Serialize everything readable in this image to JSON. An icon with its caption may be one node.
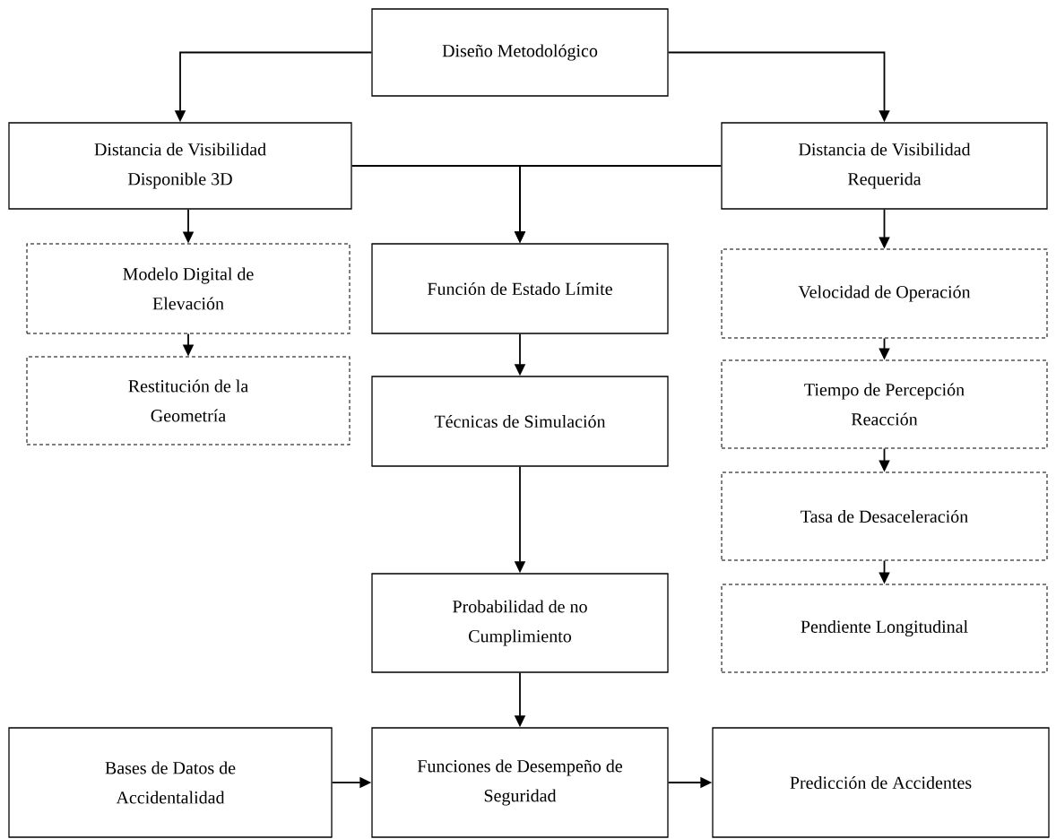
{
  "diagram": {
    "nodes": [
      {
        "text": [
          "Diseño Metodológico"
        ]
      },
      {
        "text": [
          "Distancia de Visibilidad Disponible 3D"
        ]
      },
      {
        "text": [
          "Distancia de Visibilidad Requerida"
        ]
      },
      {
        "text": [
          "Modelo Digital de Elevación"
        ]
      },
      {
        "text": [
          "Función de Estado Límite"
        ]
      },
      {
        "text": [
          "Velocidad de Operación"
        ]
      },
      {
        "text": [
          "Restitución de la Geometría"
        ]
      },
      {
        "text": [
          "Tiempo de Percepción Reacción"
        ]
      },
      {
        "text": [
          "Técnicas de Simulación"
        ]
      },
      {
        "text": [
          "Tasa de Desaceleración"
        ]
      },
      {
        "text": [
          "Probabilidad de no Cumplimiento"
        ]
      },
      {
        "text": [
          "Pendiente Longitudinal"
        ]
      },
      {
        "text": [
          "Bases de Datos de Accidentalidad"
        ]
      },
      {
        "text": [
          "Funciones de Desempeño de Seguridad"
        ]
      },
      {
        "text": [
          "Predicción de Accidentes"
        ]
      }
    ],
    "edges": [
      {
        "from": 0,
        "to": 1,
        "arrow": "to"
      },
      {
        "from": 0,
        "to": 2,
        "arrow": "to"
      },
      {
        "from": 1,
        "to": 4,
        "arrow": "to"
      },
      {
        "from": 2,
        "to": 4,
        "arrow": "to"
      },
      {
        "from": 1,
        "to": 3,
        "arrow": "to"
      },
      {
        "from": 3,
        "to": 6,
        "arrow": "to"
      },
      {
        "from": 2,
        "to": 5,
        "arrow": "to"
      },
      {
        "from": 5,
        "to": 7,
        "arrow": "to"
      },
      {
        "from": 7,
        "to": 9,
        "arrow": "to"
      },
      {
        "from": 9,
        "to": 11,
        "arrow": "to"
      },
      {
        "from": 4,
        "to": 8,
        "arrow": "to"
      },
      {
        "from": 8,
        "to": 10,
        "arrow": "to"
      },
      {
        "from": 10,
        "to": 13,
        "arrow": "to"
      },
      {
        "from": 12,
        "to": 13,
        "arrow": "to"
      },
      {
        "from": 13,
        "to": 14,
        "arrow": "to"
      }
    ]
  }
}
